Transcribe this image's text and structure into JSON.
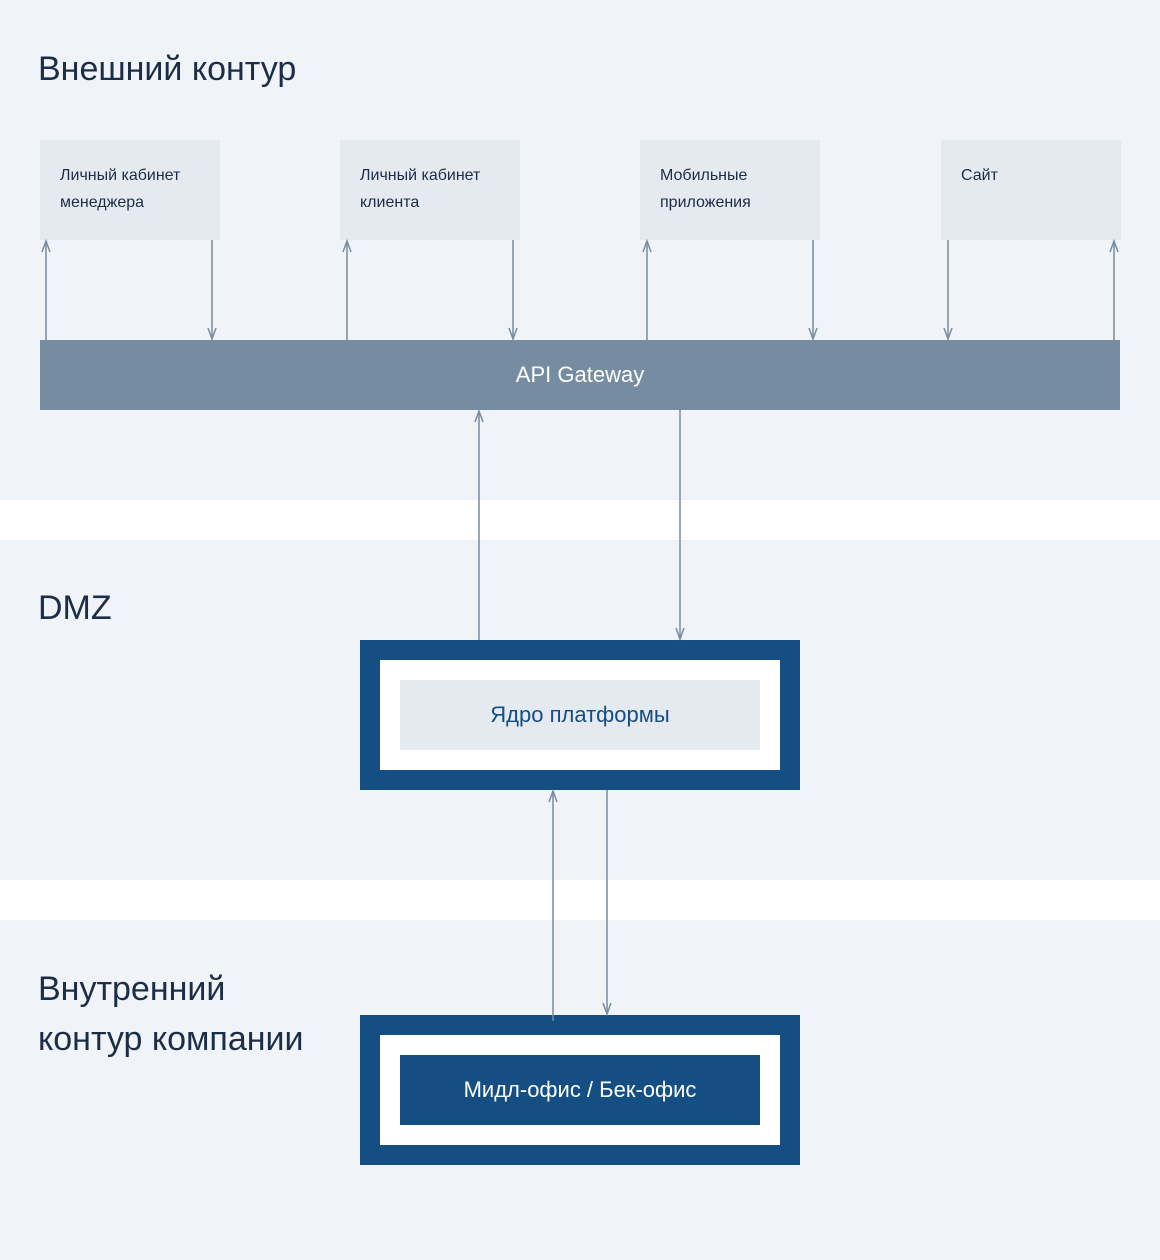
{
  "zones": {
    "external": {
      "title": "Внешний контур"
    },
    "dmz": {
      "title": "DMZ"
    },
    "internal": {
      "title": "Внутренний\nконтур компании"
    }
  },
  "clients": [
    {
      "label": "Личный кабинет\nменеджера"
    },
    {
      "label": "Личный кабинет\nклиента"
    },
    {
      "label": "Мобильные\nприложения"
    },
    {
      "label": "Сайт"
    }
  ],
  "gateway": {
    "label": "API Gateway"
  },
  "core": {
    "label": "Ядро платформы"
  },
  "backoffice": {
    "label": "Мидл-офис / Бек-офис"
  },
  "colors": {
    "zone_background": "#f0f4f8",
    "client_box": "#e5e9f0",
    "gateway": "#768ca0",
    "frame": "#144e82",
    "arrow": "#768ca0",
    "text": "#1c2d48"
  }
}
